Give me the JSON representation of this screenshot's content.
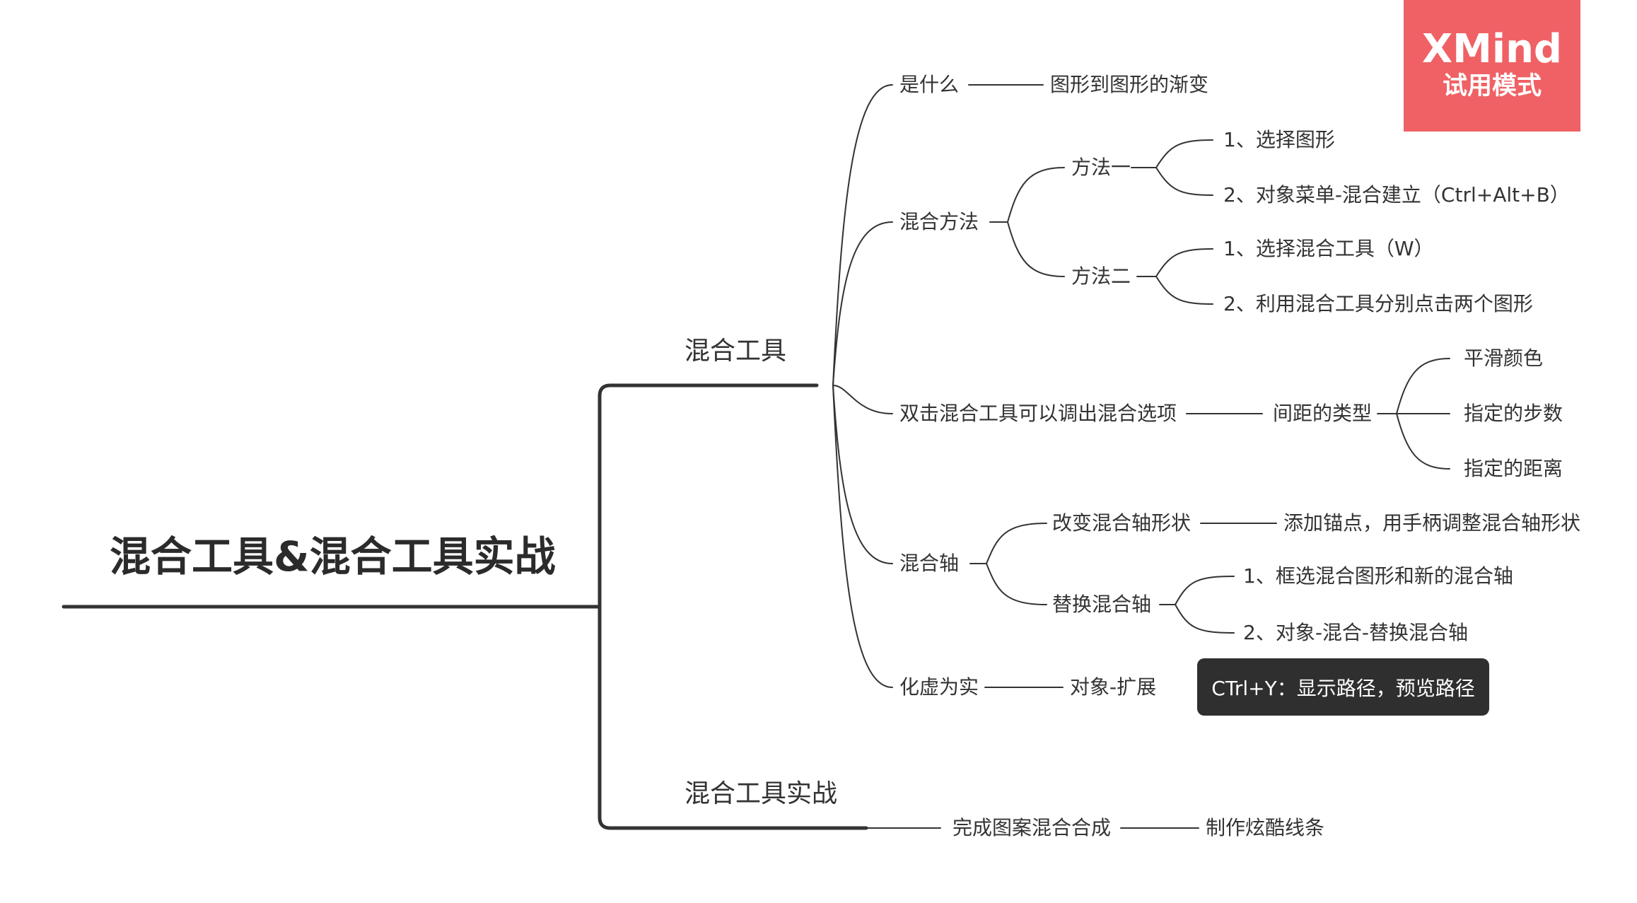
{
  "root": {
    "title": "混合工具&混合工具实战"
  },
  "branches": [
    {
      "label": "混合工具",
      "children": [
        {
          "label": "是什么",
          "children": [
            {
              "label": "图形到图形的渐变"
            }
          ]
        },
        {
          "label": "混合方法",
          "children": [
            {
              "label": "方法一",
              "children": [
                {
                  "label": "1、选择图形"
                },
                {
                  "label": "2、对象菜单-混合建立（Ctrl+Alt+B）"
                }
              ]
            },
            {
              "label": "方法二",
              "children": [
                {
                  "label": "1、选择混合工具（W）"
                },
                {
                  "label": "2、利用混合工具分别点击两个图形"
                }
              ]
            }
          ]
        },
        {
          "label": "双击混合工具可以调出混合选项",
          "children": [
            {
              "label": "间距的类型",
              "children": [
                {
                  "label": "平滑颜色"
                },
                {
                  "label": "指定的步数"
                },
                {
                  "label": "指定的距离"
                }
              ]
            }
          ]
        },
        {
          "label": "混合轴",
          "children": [
            {
              "label": "改变混合轴形状",
              "children": [
                {
                  "label": "添加锚点，用手柄调整混合轴形状"
                }
              ]
            },
            {
              "label": "替换混合轴",
              "children": [
                {
                  "label": "1、框选混合图形和新的混合轴"
                },
                {
                  "label": "2、对象-混合-替换混合轴"
                }
              ]
            }
          ]
        },
        {
          "label": "化虚为实",
          "children": [
            {
              "label": "对象-扩展"
            }
          ],
          "note": "CTrl+Y：显示路径，预览路径"
        }
      ]
    },
    {
      "label": "混合工具实战",
      "children": [
        {
          "label": "完成图案混合合成",
          "children": [
            {
              "label": "制作炫酷线条"
            }
          ]
        }
      ]
    }
  ],
  "watermark": {
    "brand": "XMind",
    "mode": "试用模式",
    "color": "#ef6165"
  },
  "colors": {
    "line": "#333333",
    "text": "#333333",
    "callout_bg": "#2f2f2f"
  }
}
